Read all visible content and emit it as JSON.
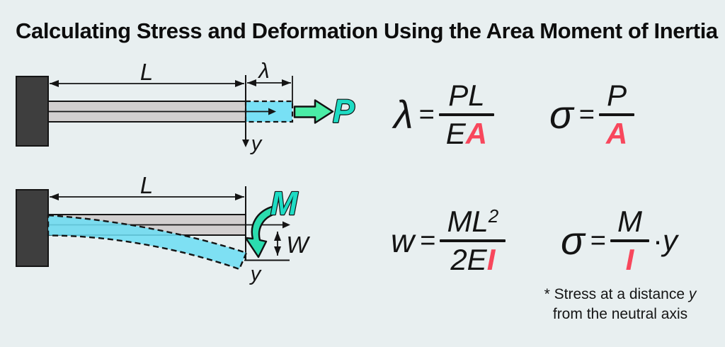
{
  "title": "Calculating Stress and Deformation Using the Area Moment of Inertia",
  "colors": {
    "background": "#e8eff0",
    "wall": "#3e3e3e",
    "beam_gray": "#d2cfcf",
    "deformed_cyan": "#74dff4",
    "force_arrow_mint": "#4aeda6",
    "letter_teal": "#1edcc4",
    "highlight_red": "#f8475c",
    "ink": "#141414"
  },
  "axial_diagram": {
    "length_label": "L",
    "elongation_label": "λ",
    "axis_label": "y",
    "force_label": "P"
  },
  "bending_diagram": {
    "length_label": "L",
    "moment_label": "M",
    "deflection_label": "W",
    "axis_label": "y"
  },
  "formulas": {
    "elongation": {
      "lhs": "λ",
      "eq": "=",
      "num": "PL",
      "den_black": "E",
      "den_red": "A"
    },
    "axial_stress": {
      "lhs": "σ",
      "eq": "=",
      "num": "P",
      "den_red": "A"
    },
    "deflection": {
      "lhs": "w",
      "eq": "=",
      "num_base": "ML",
      "num_sup": "2",
      "den_black": "2E",
      "den_red": "I"
    },
    "bending_stress": {
      "lhs": "σ",
      "eq": "=",
      "num": "M",
      "den_red": "I",
      "dot": "·",
      "suffix_var": "y"
    }
  },
  "footnote": {
    "line1_prefix": "* Stress at a distance ",
    "line1_var": "y",
    "line2": "from the neutral axis"
  }
}
